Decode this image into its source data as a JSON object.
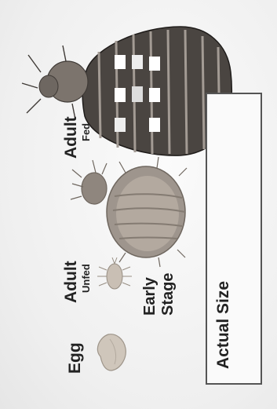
{
  "figure": {
    "stages": [
      {
        "label": "Egg"
      },
      {
        "label": "Early\nStage"
      },
      {
        "label": "Adult",
        "sub": "Unfed"
      },
      {
        "label": "Adult",
        "sub": "Fed"
      }
    ],
    "legend": {
      "label": "Actual Size"
    }
  }
}
